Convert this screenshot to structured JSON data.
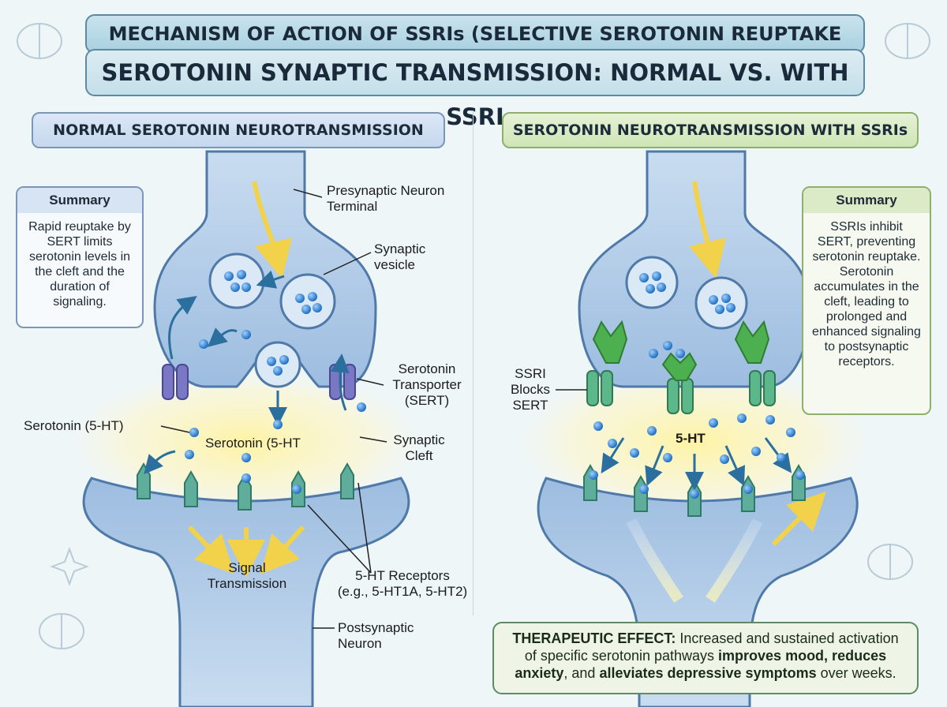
{
  "title_line1": "MECHANISM OF ACTION OF SSRIs (SELECTIVE SEROTONIN REUPTAKE INHIBITORS)",
  "title_line2": "SEROTONIN SYNAPTIC TRANSMISSION: NORMAL VS. WITH SSRI",
  "left_panel": {
    "heading": "NORMAL SEROTONIN NEUROTRANSMISSION",
    "summary_title": "Summary",
    "summary_text": "Rapid reuptake by SERT limits serotonin levels in the cleft and the duration of signaling.",
    "labels": {
      "presynaptic": "Presynaptic Neuron Terminal",
      "vesicle": "Synaptic vesicle",
      "serotonin_side": "Serotonin (5-HT)",
      "serotonin_center": "Serotonin (5-HT",
      "sert": "Serotonin Transporter (SERT)",
      "cleft": "Synaptic Cleft",
      "signal": "Signal Transmission",
      "receptors": "5-HT Receptors",
      "receptors_eg": "(e.g., 5-HT1A, 5-HT2)",
      "postsynaptic": "Postsynaptic Neuron"
    }
  },
  "right_panel": {
    "heading": "SEROTONIN NEUROTRANSMISSION WITH SSRIs",
    "summary_title": "Summary",
    "summary_text": "SSRIs inhibit SERT, preventing serotonin reuptake. Serotonin accumulates in the cleft, leading to prolonged and enhanced signaling to postsynaptic receptors.",
    "labels": {
      "ssri_blocks": "SSRI Blocks SERT",
      "ht": "5-HT"
    },
    "effect": {
      "lead": "THERAPEUTIC EFFECT:",
      "t1": " Increased and sustained activation of specific serotonin pathways ",
      "b1": "improves mood, reduces anxiety",
      "t2": ", and ",
      "b2": "alleviates depressive symptoms",
      "t3": " over weeks."
    }
  },
  "colors": {
    "neuron_fill": "#a9c6e4",
    "neuron_stroke": "#4f79a8",
    "serotonin": "#2f86d6",
    "sert": "#7a78c4",
    "receptor": "#5fae9c",
    "ssri": "#4caf50",
    "cleft_glow": "#fff3a8"
  }
}
